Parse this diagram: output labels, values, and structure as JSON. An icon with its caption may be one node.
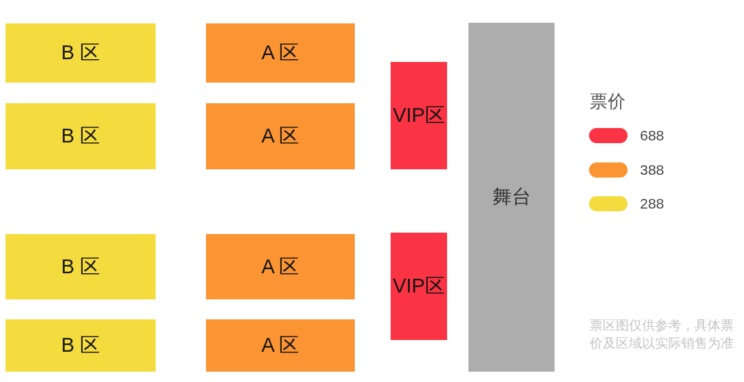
{
  "diagram": {
    "nodes": [
      {
        "text": [
          "B 区"
        ]
      },
      {
        "text": [
          "A 区"
        ]
      },
      {
        "text": [
          "B 区"
        ]
      },
      {
        "text": [
          "A 区"
        ]
      },
      {
        "text": [
          "VIP区"
        ]
      },
      {
        "text": [
          "舞台"
        ]
      },
      {
        "text": [
          "B 区"
        ]
      },
      {
        "text": [
          "A 区"
        ]
      },
      {
        "text": [
          "VIP区"
        ]
      },
      {
        "text": [
          "B 区"
        ]
      },
      {
        "text": [
          "A 区"
        ]
      }
    ],
    "labels": [
      "票价",
      "票区图仅供参考，具体票价及区域以实际销售为准"
    ],
    "legend": [
      {
        "text": "688",
        "color": "#fa3444"
      },
      {
        "text": "388",
        "color": "#fb9433"
      },
      {
        "text": "288",
        "color": "#f5dc3e"
      }
    ]
  }
}
